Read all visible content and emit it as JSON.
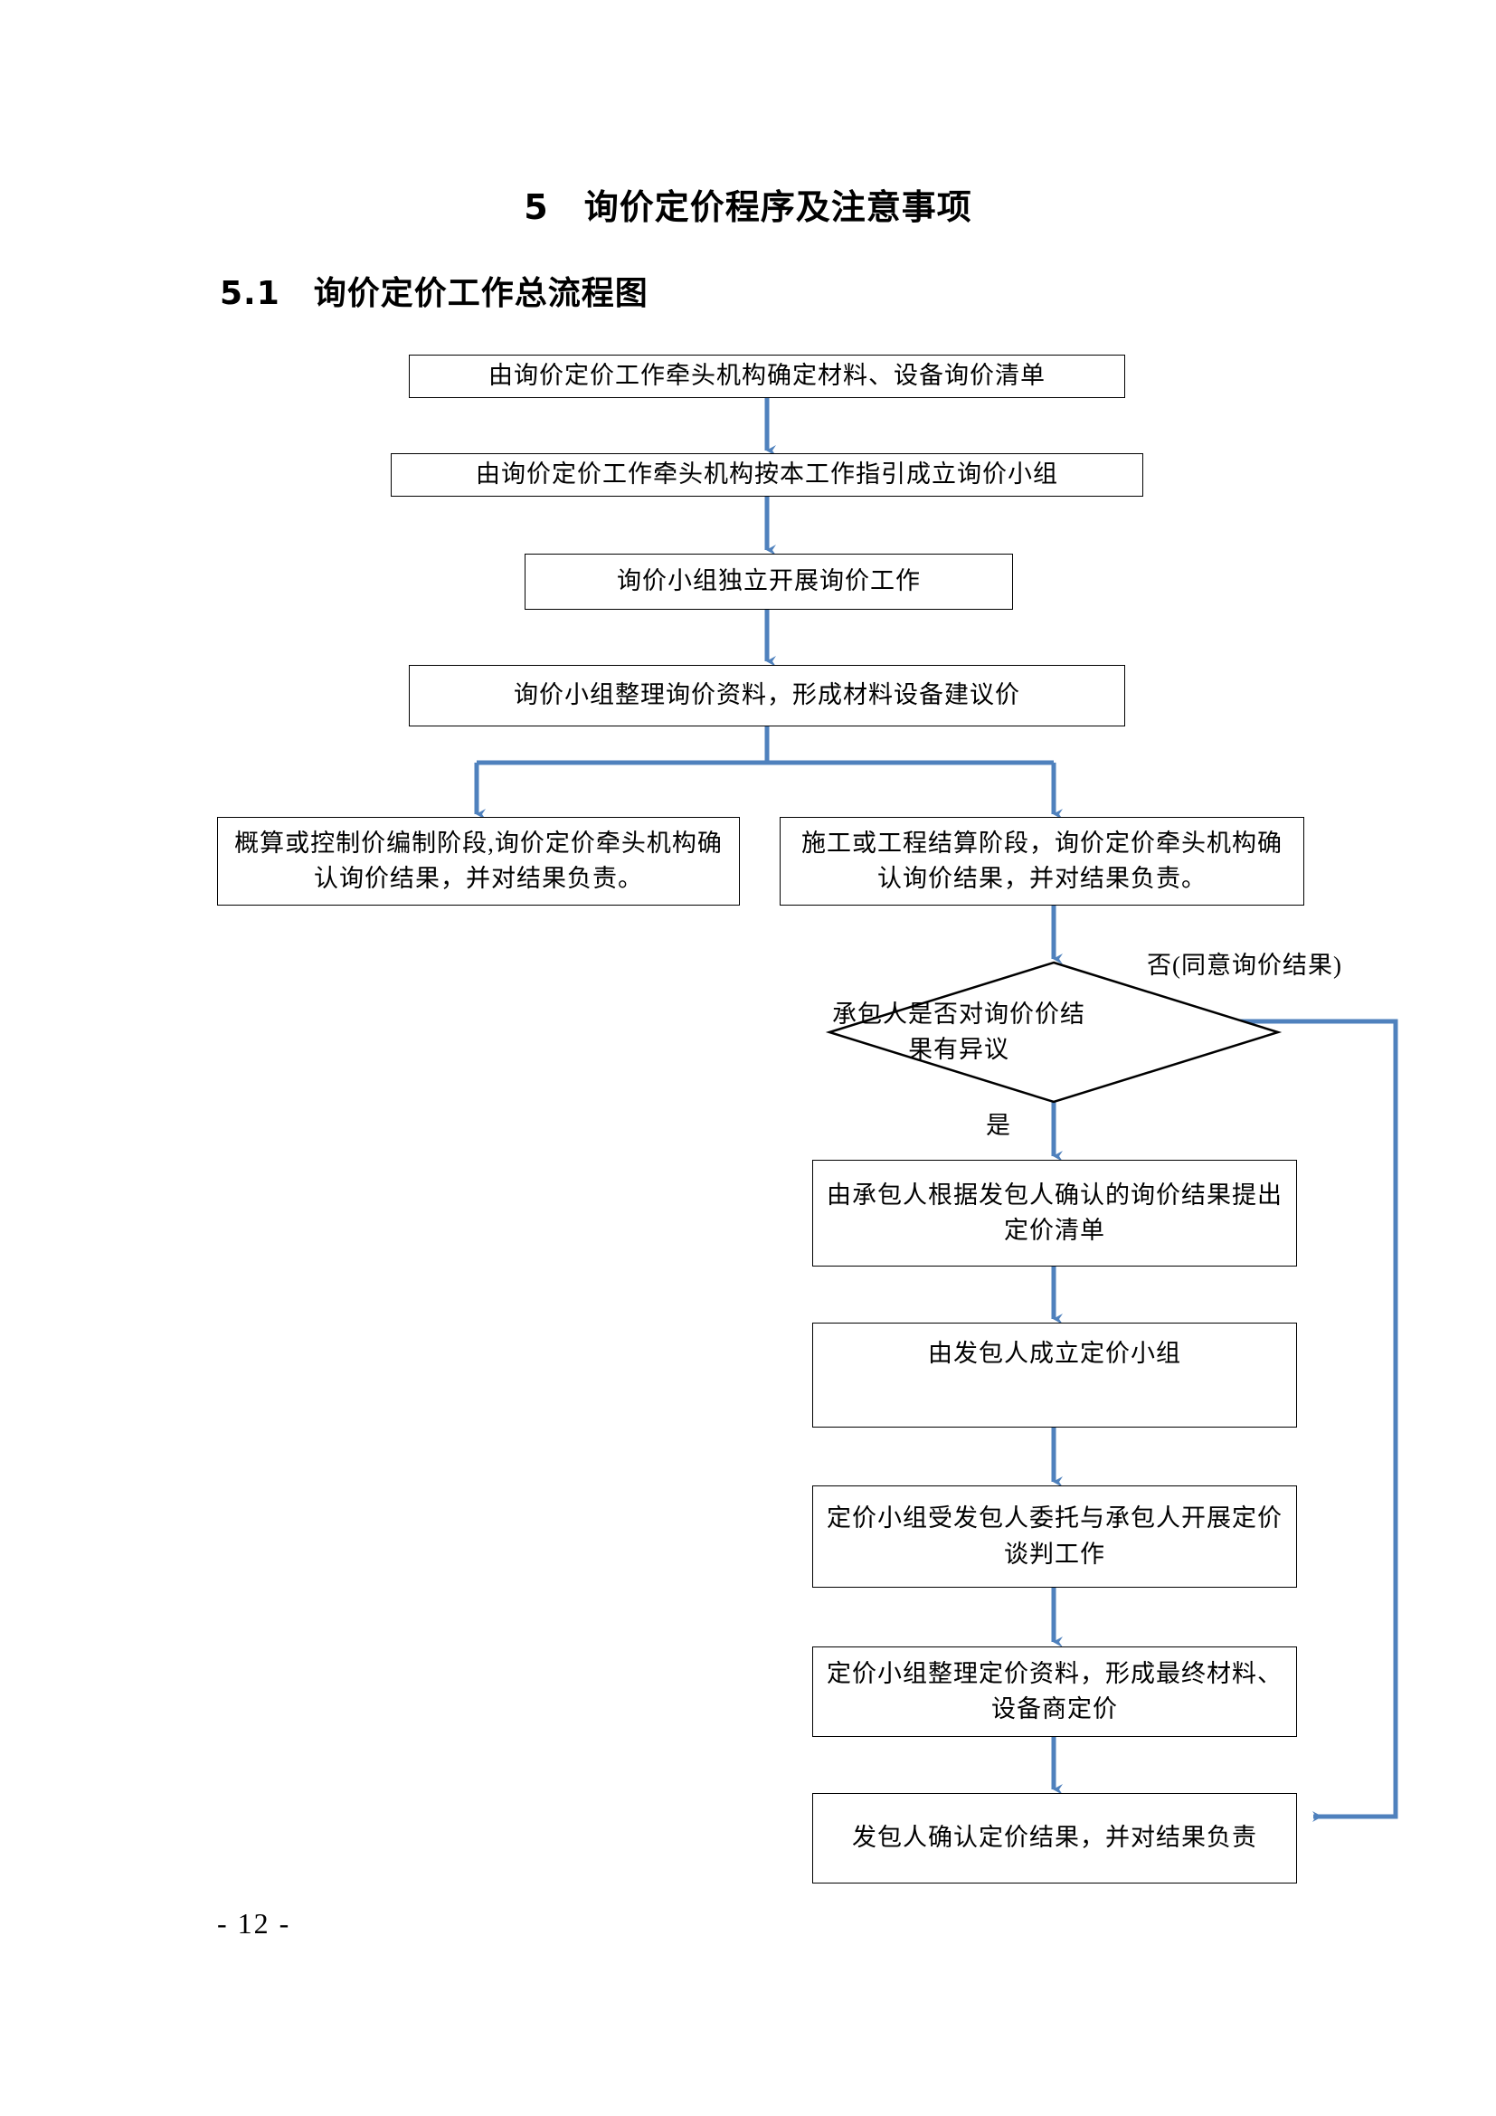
{
  "document": {
    "heading": "5 询价定价程序及注意事项",
    "subheading": "5.1 询价定价工作总流程图",
    "page_number": "- 12 -"
  },
  "colors": {
    "arrow": "#4F81BD",
    "node_border": "#000000",
    "node_fill": "#FFFFFF",
    "text": "#000000"
  },
  "chart_data": {
    "type": "flowchart",
    "title": "询价定价工作总流程图",
    "nodes": [
      {
        "id": "n1",
        "shape": "process",
        "text": "由询价定价工作牵头机构确定材料、设备询价清单"
      },
      {
        "id": "n2",
        "shape": "process",
        "text": "由询价定价工作牵头机构按本工作指引成立询价小组"
      },
      {
        "id": "n3",
        "shape": "process",
        "text": "询价小组独立开展询价工作"
      },
      {
        "id": "n4",
        "shape": "process",
        "text": "询价小组整理询价资料，形成材料设备建议价"
      },
      {
        "id": "n5",
        "shape": "process",
        "text": "概算或控制价编制阶段,询价定价牵头机构确认询价结果，并对结果负责。"
      },
      {
        "id": "n6",
        "shape": "process",
        "text": "施工或工程结算阶段，询价定价牵头机构确认询价结果，并对结果负责。"
      },
      {
        "id": "n7",
        "shape": "decision",
        "text": "承包人是否对询价价结果有异议"
      },
      {
        "id": "n8",
        "shape": "process",
        "text": "由承包人根据发包人确认的询价结果提出定价清单"
      },
      {
        "id": "n9",
        "shape": "process",
        "text": "由发包人成立定价小组"
      },
      {
        "id": "n10",
        "shape": "process",
        "text": "定价小组受发包人委托与承包人开展定价谈判工作"
      },
      {
        "id": "n11",
        "shape": "process",
        "text": "定价小组整理定价资料，形成最终材料、设备商定价"
      },
      {
        "id": "n12",
        "shape": "process",
        "text": "发包人确认定价结果，并对结果负责"
      }
    ],
    "edges": [
      {
        "from": "n1",
        "to": "n2",
        "label": ""
      },
      {
        "from": "n2",
        "to": "n3",
        "label": ""
      },
      {
        "from": "n3",
        "to": "n4",
        "label": ""
      },
      {
        "from": "n4",
        "to": "n5",
        "label": ""
      },
      {
        "from": "n4",
        "to": "n6",
        "label": ""
      },
      {
        "from": "n6",
        "to": "n7",
        "label": ""
      },
      {
        "from": "n7",
        "to": "n8",
        "label": "是"
      },
      {
        "from": "n7",
        "to": "n12",
        "label": "否(同意询价结果)"
      },
      {
        "from": "n8",
        "to": "n9",
        "label": ""
      },
      {
        "from": "n9",
        "to": "n10",
        "label": ""
      },
      {
        "from": "n10",
        "to": "n11",
        "label": ""
      },
      {
        "from": "n11",
        "to": "n12",
        "label": ""
      }
    ],
    "edge_labels": {
      "yes": "是",
      "no": "否(同意询价结果)"
    }
  }
}
